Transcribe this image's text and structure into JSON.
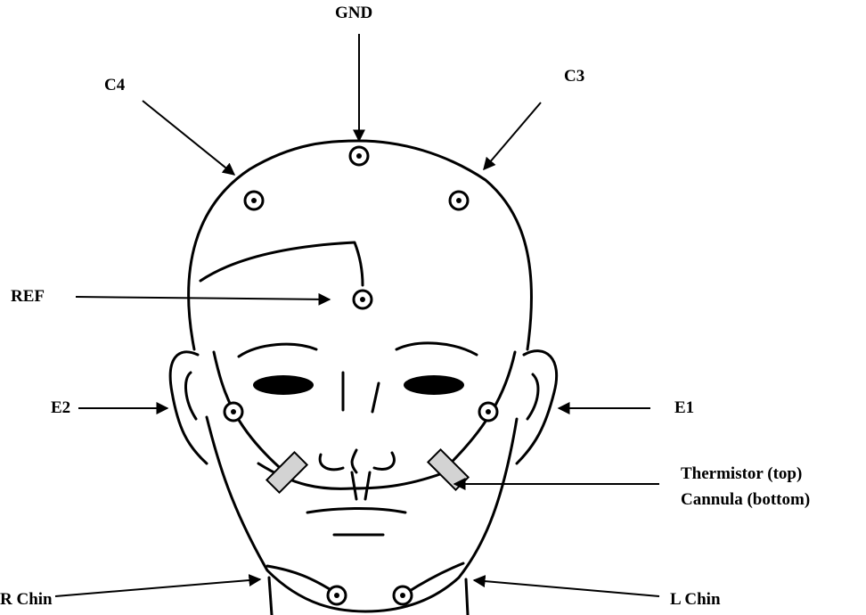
{
  "labels": {
    "gnd": "GND",
    "c4": "C4",
    "c3": "C3",
    "ref": "REF",
    "e2": "E2",
    "e1": "E1",
    "thermistor": "Thermistor (top)",
    "cannula": "Cannula (bottom)",
    "r_chin": "R Chin",
    "l_chin": "L Chin"
  }
}
